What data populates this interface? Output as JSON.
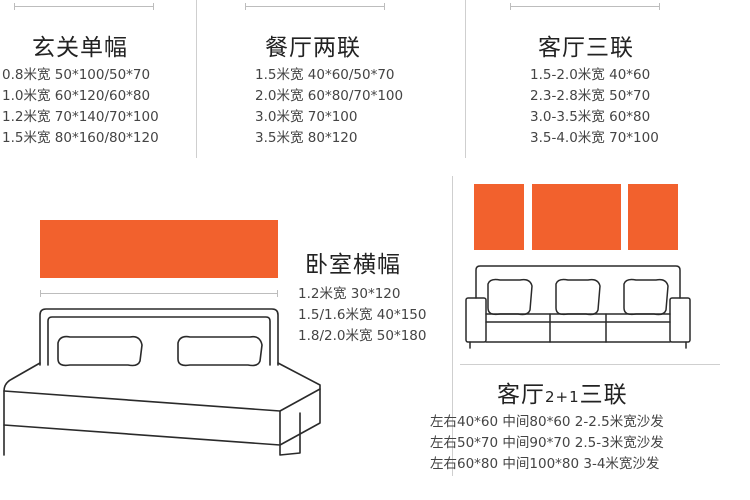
{
  "sections": {
    "entrance": {
      "title": "玄关单幅",
      "lines": [
        "0.8米宽 50*100/50*70",
        "1.0米宽 60*120/60*80",
        "1.2米宽 70*140/70*100",
        "1.5米宽 80*160/80*120"
      ]
    },
    "dining": {
      "title": "餐厅两联",
      "lines": [
        "1.5米宽 40*60/50*70",
        "2.0米宽 60*80/70*100",
        "3.0米宽 70*100",
        "3.5米宽 80*120"
      ]
    },
    "living3": {
      "title": "客厅三联",
      "lines": [
        "1.5-2.0米宽  40*60",
        "2.3-2.8米宽  50*70",
        "3.0-3.5米宽  60*80",
        "3.5-4.0米宽  70*100"
      ]
    },
    "bedroom": {
      "title": "卧室横幅",
      "lines": [
        "1.2米宽 30*120",
        "1.5/1.6米宽  40*150",
        "1.8/2.0米宽  50*180"
      ]
    },
    "living21": {
      "title_main": "客厅",
      "title_sub": "2+1",
      "title_end": "三联",
      "lines": [
        "左右40*60 中间80*60  2-2.5米宽沙发",
        "左右50*70 中间90*70  2.5-3米宽沙发",
        "左右60*80 中间100*80  3-4米宽沙发"
      ]
    }
  },
  "colors": {
    "art": "#f2612d",
    "divider": "#cfcfcf"
  }
}
